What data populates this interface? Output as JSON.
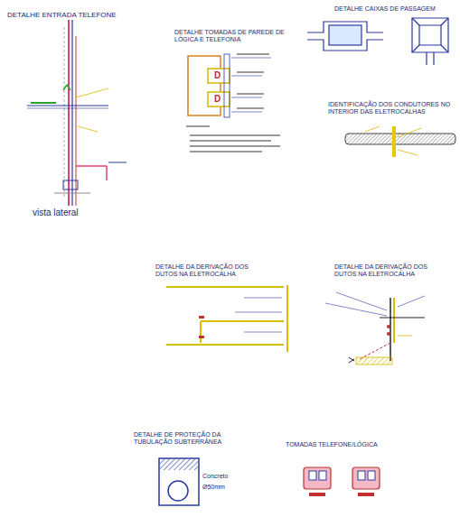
{
  "diagram": {
    "labels": [
      "DETALHE ENTRADA TELEFONE",
      "vista lateral",
      "DETALHE TOMADAS DE PAREDE DE LÓGICA E TELEFONIA",
      "DETALHE CAIXAS DE PASSAGEM",
      "IDENTIFICAÇÃO DOS CONDUTORES NO INTERIOR DAS ELETROCALHAS",
      "DETALHE DA DERIVAÇÃO DOS DUTOS NA ELETROCALHA",
      "DETALHE DA DERIVAÇÃO DOS DUTOS NA ELETROCALHA",
      "DETALHE DE PROTEÇÃO DA TUBULAÇÃO SUBTERRÂNEA",
      "TOMADAS TELEFONE/LÓGICA",
      "Concreto",
      "Ø50mm",
      "D",
      "D"
    ]
  }
}
